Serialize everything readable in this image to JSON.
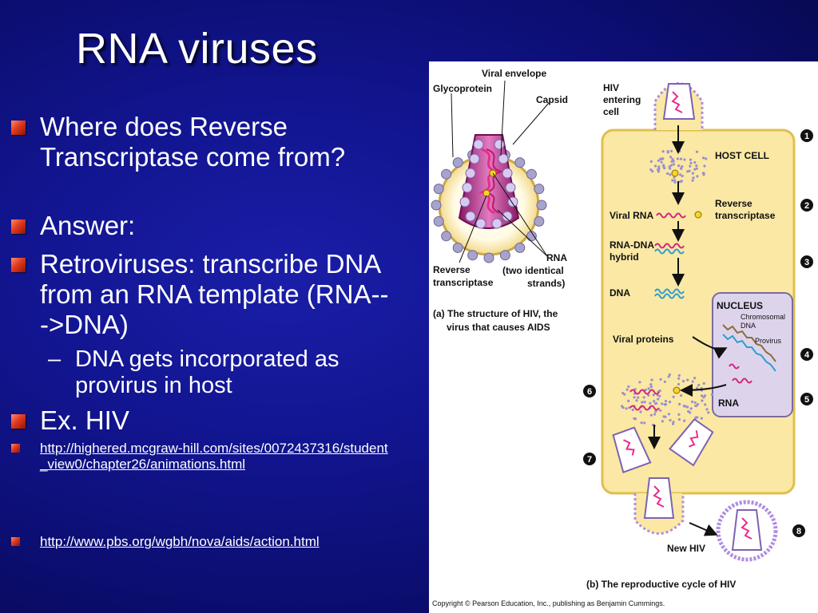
{
  "title": "RNA viruses",
  "bullets": [
    {
      "text": "Where does Reverse Transcriptase come from?"
    },
    {
      "text": "Answer:"
    },
    {
      "text": "Retroviruses: transcribe DNA from an RNA template (RNA--->DNA)"
    },
    {
      "sub_dash": "–",
      "sub_text": "DNA gets incorporated as provirus in host"
    },
    {
      "text": "Ex. HIV"
    }
  ],
  "links": [
    {
      "text": "http://highered.mcgraw-hill.com/sites/0072437316/student_view0/chapter26/animations.html"
    },
    {
      "text": "http://www.pbs.org/wgbh/nova/aids/action.html"
    }
  ],
  "figure": {
    "structure_labels": {
      "viral_envelope": "Viral envelope",
      "glycoprotein": "Glycoprotein",
      "capsid": "Capsid",
      "reverse_transcriptase_1": "Reverse",
      "reverse_transcriptase_2": "transcriptase",
      "rna_1": "RNA",
      "rna_2": "(two identical",
      "rna_3": "strands)",
      "caption_a_1": "(a) The structure of HIV, the",
      "caption_a_2": "virus that causes AIDS"
    },
    "cycle_labels": {
      "hiv_entering_1": "HIV",
      "hiv_entering_2": "entering",
      "hiv_entering_3": "cell",
      "host_cell": "HOST CELL",
      "reverse_transcriptase_1": "Reverse",
      "reverse_transcriptase_2": "transcriptase",
      "viral_rna": "Viral RNA",
      "rna_dna_1": "RNA-DNA",
      "rna_dna_2": "hybrid",
      "dna": "DNA",
      "nucleus": "NUCLEUS",
      "chromosomal_1": "Chromosomal",
      "chromosomal_2": "DNA",
      "provirus": "Provirus",
      "viral_proteins": "Viral proteins",
      "rna": "RNA",
      "new_hiv": "New HIV",
      "caption_b": "(b) The reproductive cycle of HIV"
    },
    "steps": [
      "1",
      "2",
      "3",
      "4",
      "5",
      "6",
      "7",
      "8"
    ],
    "copyright": "Copyright © Pearson Education, Inc., publishing as Benjamin Cummings.",
    "colors": {
      "cell": "#fae8a4",
      "nucleus": "#ddd4ec",
      "rna": "#d4267a",
      "dna": "#2f9fd0",
      "capsid": "#c63a8e"
    }
  }
}
